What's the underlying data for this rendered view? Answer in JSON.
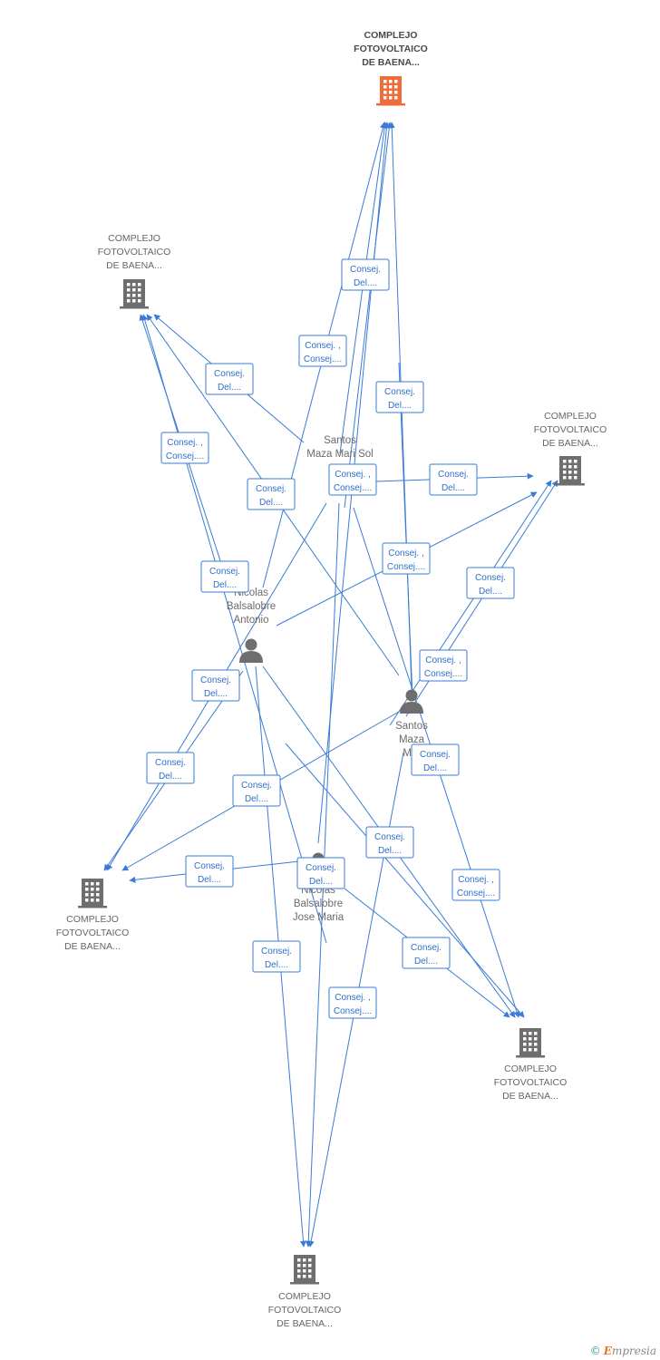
{
  "colors": {
    "edge": "#3a7bd5",
    "company_gray": "#6e6e6e",
    "company_main": "#ef6c3b",
    "person": "#6e6e6e",
    "label_text": "#2f6fc9"
  },
  "companies": [
    {
      "id": "c_top",
      "lines": [
        "COMPLEJO",
        "FOTOVOLTAICO",
        "DE BAENA..."
      ],
      "main": true
    },
    {
      "id": "c_left",
      "lines": [
        "COMPLEJO",
        "FOTOVOLTAICO",
        "DE BAENA..."
      ]
    },
    {
      "id": "c_right",
      "lines": [
        "COMPLEJO",
        "FOTOVOLTAICO",
        "DE BAENA..."
      ]
    },
    {
      "id": "c_lowleft",
      "lines": [
        "COMPLEJO",
        "FOTOVOLTAICO",
        "DE BAENA..."
      ]
    },
    {
      "id": "c_lowright",
      "lines": [
        "COMPLEJO",
        "FOTOVOLTAICO",
        "DE BAENA..."
      ]
    },
    {
      "id": "c_bottom",
      "lines": [
        "COMPLEJO",
        "FOTOVOLTAICO",
        "DE BAENA..."
      ]
    }
  ],
  "persons": [
    {
      "id": "p_santos_mari",
      "lines": [
        "Santos",
        "Maza Mari Sol"
      ],
      "icon": false
    },
    {
      "id": "p_nicolas_antonio",
      "lines": [
        "Nicolas",
        "Balsalobre",
        "Antonio"
      ],
      "icon": true
    },
    {
      "id": "p_santos_maza",
      "lines": [
        "Santos",
        "Maza",
        "Mat"
      ],
      "icon": true
    },
    {
      "id": "p_nicolas_jose",
      "lines": [
        "Nicolas",
        "Balsalobre",
        "Jose Maria"
      ],
      "icon": true
    }
  ],
  "edge_labels": [
    {
      "id": "l1",
      "lines": [
        "Consej.",
        "Del...."
      ]
    },
    {
      "id": "l2",
      "lines": [
        "Consej. ,",
        "Consej...."
      ]
    },
    {
      "id": "l3",
      "lines": [
        "Consej.",
        "Del...."
      ]
    },
    {
      "id": "l4",
      "lines": [
        "Consej.",
        "Del...."
      ]
    },
    {
      "id": "l5",
      "lines": [
        "Consej. ,",
        "Consej...."
      ]
    },
    {
      "id": "l6",
      "lines": [
        "Consej. ,",
        "Consej...."
      ]
    },
    {
      "id": "l7",
      "lines": [
        "Consej.",
        "Del...."
      ]
    },
    {
      "id": "l8",
      "lines": [
        "Consej.",
        "Del...."
      ]
    },
    {
      "id": "l9",
      "lines": [
        "Consej. ,",
        "Consej...."
      ]
    },
    {
      "id": "l10",
      "lines": [
        "Consej.",
        "Del...."
      ]
    },
    {
      "id": "l11",
      "lines": [
        "Consej.",
        "Del...."
      ]
    },
    {
      "id": "l12",
      "lines": [
        "Consej. ,",
        "Consej...."
      ]
    },
    {
      "id": "l13",
      "lines": [
        "Consej.",
        "Del...."
      ]
    },
    {
      "id": "l14",
      "lines": [
        "Consej.",
        "Del...."
      ]
    },
    {
      "id": "l15",
      "lines": [
        "Consej.",
        "Del...."
      ]
    },
    {
      "id": "l16",
      "lines": [
        "Consej.",
        "Del...."
      ]
    },
    {
      "id": "l17",
      "lines": [
        "Consej.",
        "Del...."
      ]
    },
    {
      "id": "l18",
      "lines": [
        "Consej.",
        "Del...."
      ]
    },
    {
      "id": "l19",
      "lines": [
        "Consej.",
        "Del...."
      ]
    },
    {
      "id": "l20",
      "lines": [
        "Consej. ,",
        "Consej...."
      ]
    },
    {
      "id": "l21",
      "lines": [
        "Consej.",
        "Del...."
      ]
    },
    {
      "id": "l22",
      "lines": [
        "Consej.",
        "Del...."
      ]
    },
    {
      "id": "l23",
      "lines": [
        "Consej. ,",
        "Consej...."
      ]
    }
  ],
  "brand": {
    "copyright": "©",
    "e": "E",
    "rest": "mpresia"
  }
}
